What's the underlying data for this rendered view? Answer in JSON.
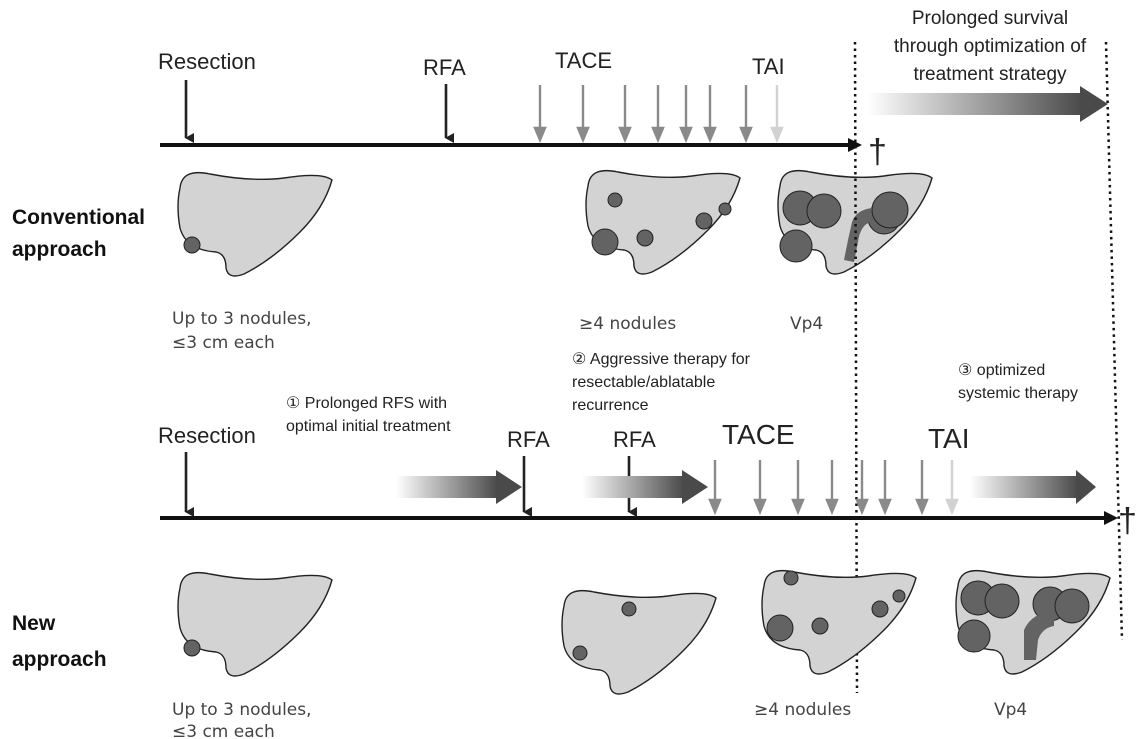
{
  "conventional": {
    "label_line1": "Conventional",
    "label_line2": "approach",
    "events": {
      "resection": "Resection",
      "rfa": "RFA",
      "tace": "TACE",
      "tai": "TAI"
    },
    "death_symbol": "†",
    "liver_captions": {
      "early_line1": "Up to 3 nodules,",
      "early_line2": "≤3 cm each",
      "multi": "≥4 nodules",
      "vp4": "Vp4"
    }
  },
  "new": {
    "label_line1": "New",
    "label_line2": "approach",
    "events": {
      "resection": "Resection",
      "rfa1": "RFA",
      "rfa2": "RFA",
      "tace": "TACE",
      "tai": "TAI"
    },
    "death_symbol": "†",
    "liver_captions": {
      "early_line1": "Up to 3 nodules,",
      "early_line2": "≤3 cm each",
      "multi": "≥4 nodules",
      "vp4": "Vp4"
    }
  },
  "annotations": {
    "survival_line1": "Prolonged survival",
    "survival_line2": "through optimization of",
    "survival_line3": "treatment strategy",
    "point1_line1": "① Prolonged RFS with",
    "point1_line2": "optimal initial treatment",
    "point2_line1": "② Aggressive therapy for",
    "point2_line2": "resectable/ablatable",
    "point2_line3": "recurrence",
    "point3_line1": "③ optimized",
    "point3_line2": "systemic therapy"
  },
  "colors": {
    "timeline": "#111111",
    "arrow_dark": "#222222",
    "arrow_mid": "#8a8a8a",
    "arrow_light": "#d2d2d2",
    "liver_fill": "#d3d3d3",
    "nodule_fill": "#636363"
  }
}
